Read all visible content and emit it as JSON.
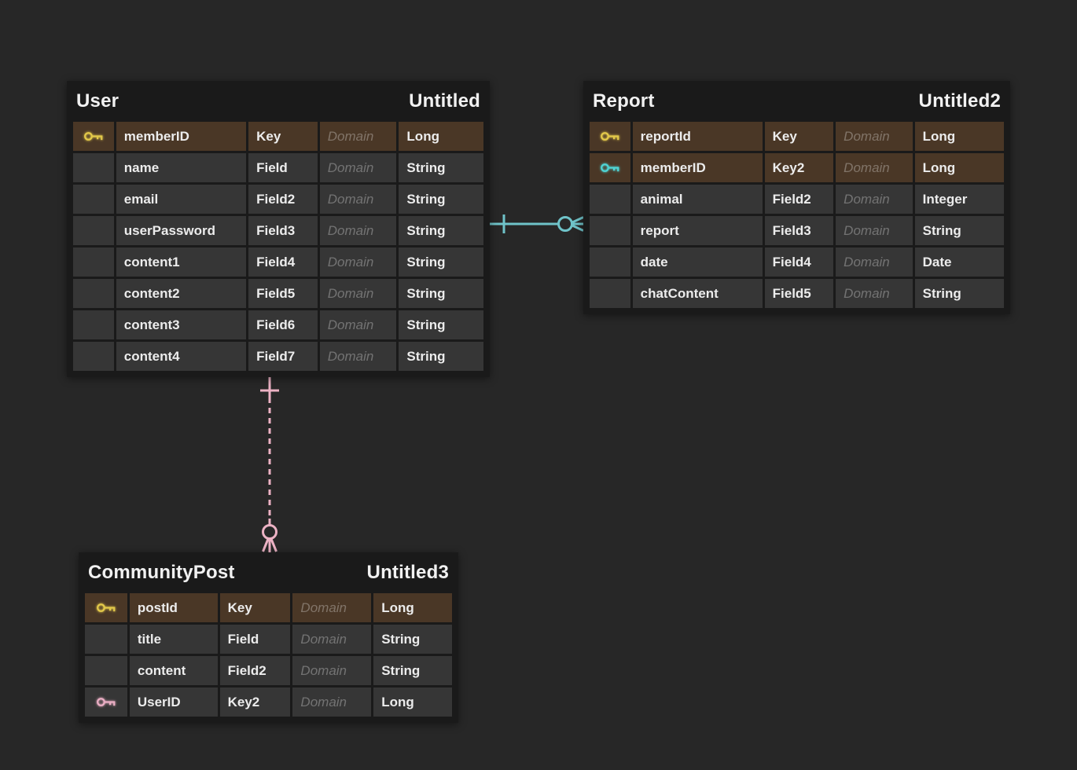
{
  "diagram": {
    "canvas_background": "#272727",
    "icon_colors": {
      "primary_key": "#e2c84a",
      "foreign_key_teal": "#4fd4d4",
      "foreign_key_pink": "#eaaec4"
    },
    "tables": [
      {
        "name": "User",
        "logical_name": "Untitled",
        "columns": [
          {
            "icon": "primary-key-icon",
            "name": "memberID",
            "key": "Key",
            "domain": "Domain",
            "type": "Long",
            "highlight": true
          },
          {
            "icon": "",
            "name": "name",
            "key": "Field",
            "domain": "Domain",
            "type": "String",
            "highlight": false
          },
          {
            "icon": "",
            "name": "email",
            "key": "Field2",
            "domain": "Domain",
            "type": "String",
            "highlight": false
          },
          {
            "icon": "",
            "name": "userPassword",
            "key": "Field3",
            "domain": "Domain",
            "type": "String",
            "highlight": false
          },
          {
            "icon": "",
            "name": "content1",
            "key": "Field4",
            "domain": "Domain",
            "type": "String",
            "highlight": false
          },
          {
            "icon": "",
            "name": "content2",
            "key": "Field5",
            "domain": "Domain",
            "type": "String",
            "highlight": false
          },
          {
            "icon": "",
            "name": "content3",
            "key": "Field6",
            "domain": "Domain",
            "type": "String",
            "highlight": false
          },
          {
            "icon": "",
            "name": "content4",
            "key": "Field7",
            "domain": "Domain",
            "type": "String",
            "highlight": false
          }
        ]
      },
      {
        "name": "Report",
        "logical_name": "Untitled2",
        "columns": [
          {
            "icon": "primary-key-icon",
            "name": "reportId",
            "key": "Key",
            "domain": "Domain",
            "type": "Long",
            "highlight": true
          },
          {
            "icon": "foreign-key-teal-icon",
            "name": "memberID",
            "key": "Key2",
            "domain": "Domain",
            "type": "Long",
            "highlight": true
          },
          {
            "icon": "",
            "name": "animal",
            "key": "Field2",
            "domain": "Domain",
            "type": "Integer",
            "highlight": false
          },
          {
            "icon": "",
            "name": "report",
            "key": "Field3",
            "domain": "Domain",
            "type": "String",
            "highlight": false
          },
          {
            "icon": "",
            "name": "date",
            "key": "Field4",
            "domain": "Domain",
            "type": "Date",
            "highlight": false
          },
          {
            "icon": "",
            "name": "chatContent",
            "key": "Field5",
            "domain": "Domain",
            "type": "String",
            "highlight": false
          }
        ]
      },
      {
        "name": "CommunityPost",
        "logical_name": "Untitled3",
        "columns": [
          {
            "icon": "primary-key-icon",
            "name": "postId",
            "key": "Key",
            "domain": "Domain",
            "type": "Long",
            "highlight": true
          },
          {
            "icon": "",
            "name": "title",
            "key": "Field",
            "domain": "Domain",
            "type": "String",
            "highlight": false
          },
          {
            "icon": "",
            "name": "content",
            "key": "Field2",
            "domain": "Domain",
            "type": "String",
            "highlight": false
          },
          {
            "icon": "foreign-key-pink-icon",
            "name": "UserID",
            "key": "Key2",
            "domain": "Domain",
            "type": "Long",
            "highlight": false
          }
        ]
      }
    ],
    "relationships": [
      {
        "from_table": "User",
        "to_table": "Report",
        "from_cardinality": "one",
        "to_cardinality": "zero-or-many",
        "line_style": "solid",
        "color": "#6fc3c9"
      },
      {
        "from_table": "User",
        "to_table": "CommunityPost",
        "from_cardinality": "one",
        "to_cardinality": "zero-or-many",
        "line_style": "dashed",
        "color": "#ecb2c4"
      }
    ]
  }
}
